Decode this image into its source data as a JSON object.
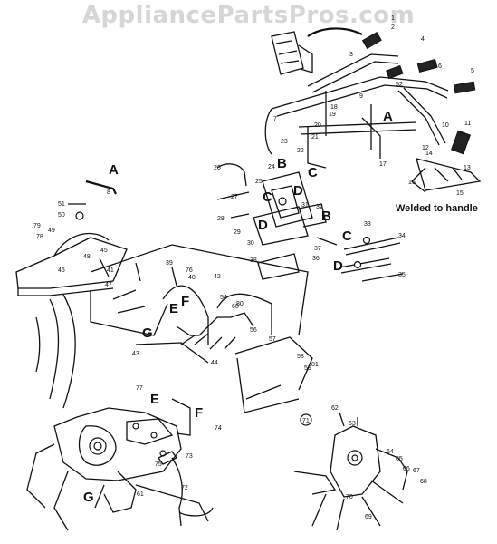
{
  "watermark": "AppliancePartsPros.com",
  "note": "Welded to handle",
  "letters": [
    "A",
    "A",
    "B",
    "B",
    "C",
    "C",
    "C",
    "D",
    "D",
    "D",
    "E",
    "E",
    "F",
    "F",
    "G",
    "G"
  ],
  "numbers": [
    "1",
    "2",
    "3",
    "4",
    "5",
    "6",
    "7",
    "8",
    "9",
    "10",
    "11",
    "12",
    "13",
    "14",
    "15",
    "16",
    "17",
    "18",
    "19",
    "20",
    "21",
    "22",
    "23",
    "24",
    "25",
    "26",
    "27",
    "28",
    "29",
    "30",
    "31",
    "32",
    "33",
    "34",
    "35",
    "36",
    "37",
    "38",
    "39",
    "40",
    "41",
    "42",
    "43",
    "44",
    "45",
    "46",
    "47",
    "48",
    "49",
    "50",
    "51",
    "52",
    "54",
    "56",
    "57",
    "58",
    "59",
    "60",
    "61",
    "62",
    "63",
    "64",
    "65",
    "66",
    "67",
    "68",
    "69",
    "70",
    "71",
    "72",
    "73",
    "74",
    "75",
    "76",
    "77",
    "78",
    "79",
    "80",
    "81"
  ]
}
